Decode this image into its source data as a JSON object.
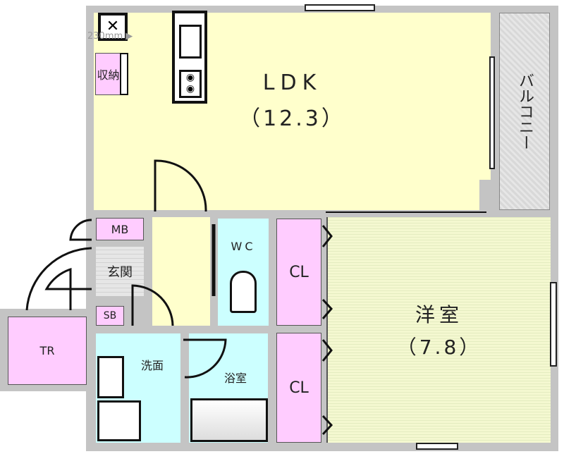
{
  "rooms": {
    "ldk": {
      "name": "LDK",
      "size": "（12.3）"
    },
    "western": {
      "name": "洋室",
      "size": "（7.8）"
    },
    "balcony": "バルコニー",
    "storage": "収納",
    "mb": "MB",
    "entrance": "玄関",
    "sb": "SB",
    "tr": "TR",
    "washroom": "洗面",
    "bathroom": "浴室",
    "wc": "WC",
    "closet_top": "CL",
    "closet_bottom": "CL"
  },
  "annotations": {
    "dimension": "230mm ▶"
  },
  "colors": {
    "wall": "#c4c4c4",
    "ldk": "#ffffcc",
    "storage": "#ffccff",
    "wet": "#ccffff"
  }
}
